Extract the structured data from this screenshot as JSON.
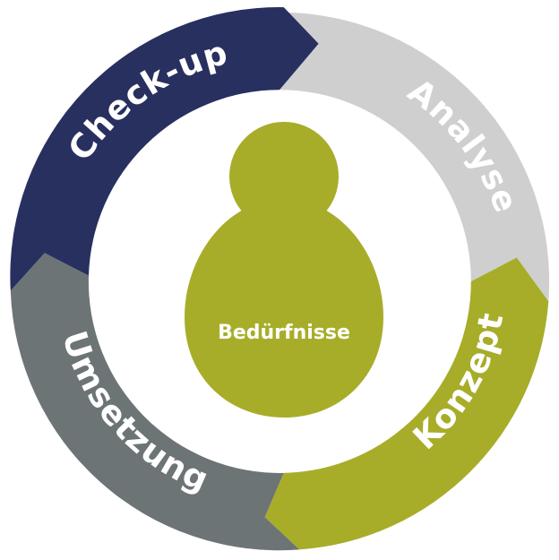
{
  "diagram": {
    "center_label": "Bedürfnisse",
    "segments": [
      {
        "id": "check-up",
        "label": "Check-up",
        "color": "#283060"
      },
      {
        "id": "analyse",
        "label": "Analyse",
        "color": "#cfcfcf"
      },
      {
        "id": "konzept",
        "label": "Konzept",
        "color": "#a7ad29"
      },
      {
        "id": "umsetzung",
        "label": "Umsetzung",
        "color": "#6d7476"
      }
    ],
    "figure_color": "#a7ad29",
    "background": "#ffffff"
  }
}
